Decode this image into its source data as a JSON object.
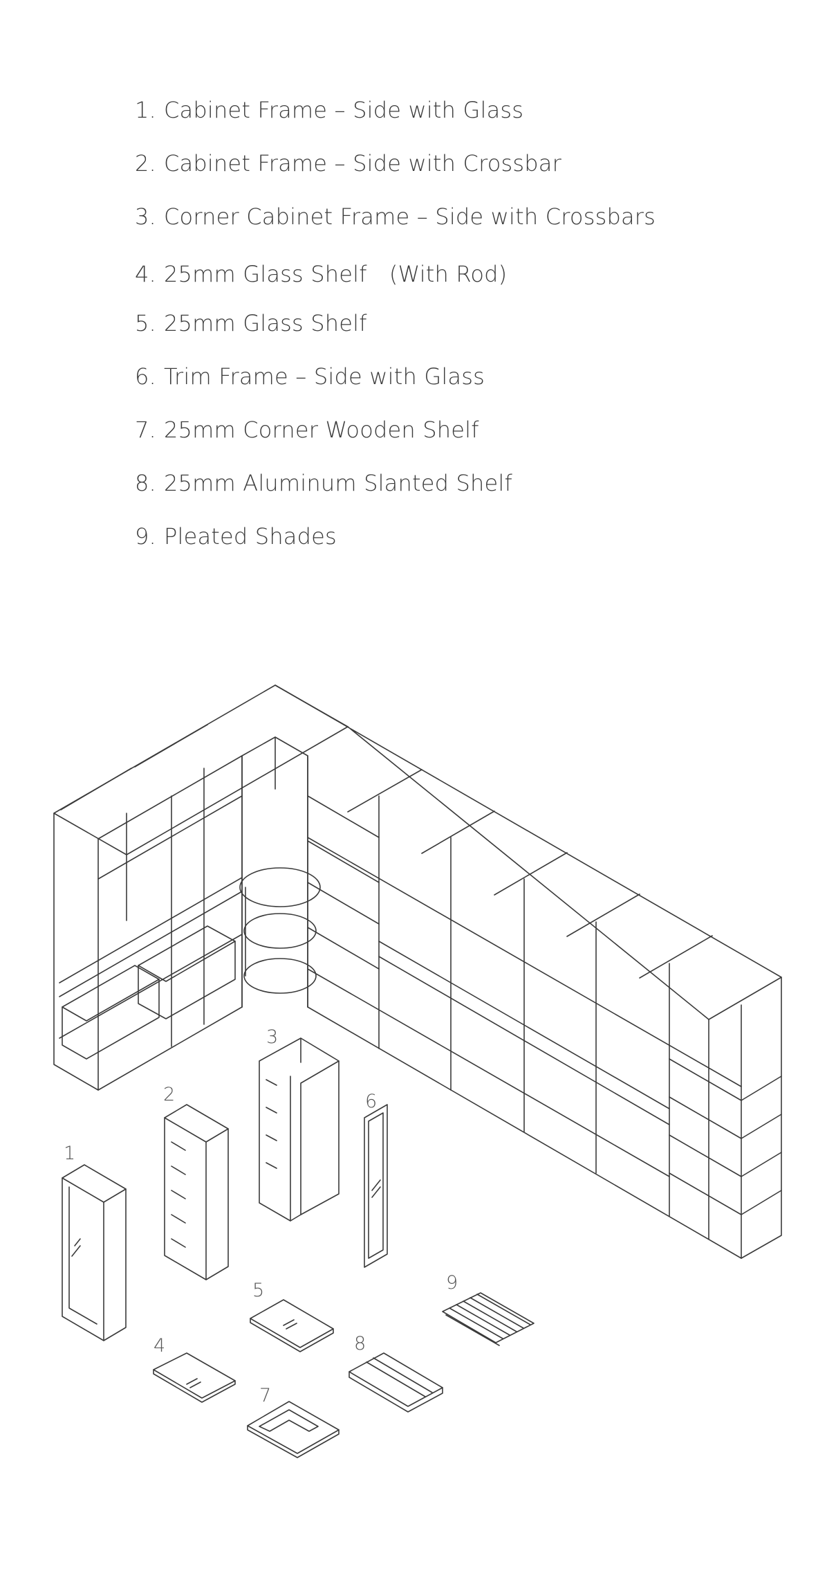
{
  "parts": [
    {
      "number": "1.",
      "label": "Cabinet Frame – Side with Glass"
    },
    {
      "number": "2.",
      "label": "Cabinet Frame – Side with Crossbar"
    },
    {
      "number": "3.",
      "label": "Corner Cabinet Frame – Side with Crossbars"
    },
    {
      "number": "4.",
      "label": "25mm Glass Shelf　(With Rod)"
    },
    {
      "number": "5.",
      "label": "25mm Glass Shelf"
    },
    {
      "number": "6.",
      "label": "Trim Frame – Side with Glass"
    },
    {
      "number": "7.",
      "label": "25mm Corner Wooden Shelf"
    },
    {
      "number": "8.",
      "label": "25mm Aluminum Slanted Shelf"
    },
    {
      "number": "9.",
      "label": "Pleated Shades"
    }
  ],
  "callouts": [
    "1",
    "2",
    "3",
    "4",
    "5",
    "6",
    "7",
    "8",
    "9"
  ],
  "colors": {
    "line": "#3a3a3a",
    "text": "#3c3c3c",
    "background": "#ffffff"
  }
}
